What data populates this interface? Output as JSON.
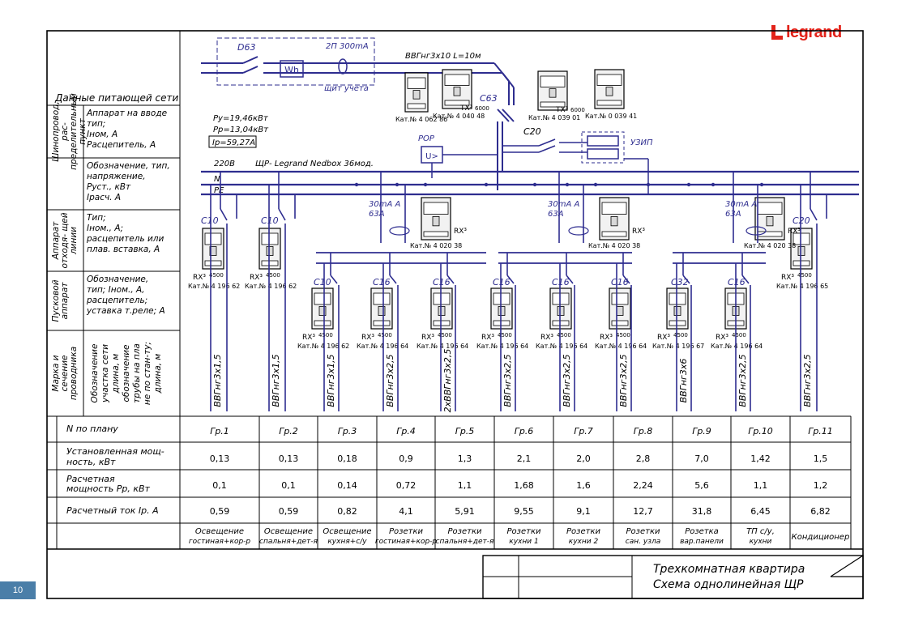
{
  "brand": {
    "name": "legrand"
  },
  "page_number": "10",
  "colors": {
    "wire": "#2e2d8f",
    "line": "#000000",
    "brand": "#e2231a",
    "page_badge": "#4a7ea8"
  },
  "supply": {
    "header": "Данные питающей сети",
    "input_breaker": "D63",
    "rcd": "2П 300mA",
    "meter": "Wh",
    "meter_box_label": "щит учета",
    "cable": "ВВГнг3х10 L=10м",
    "main_switch": "C63",
    "pop_label": "POP",
    "pop_symbol": "U>",
    "spd_breaker": "C20",
    "spd_label": "УЗИП",
    "power_installed": "Ру=19,46кВт",
    "power_calc": "Рр=13,04кВт",
    "current_calc": "Iр=59,27А",
    "voltage": "220В",
    "panel": "ЩР- Legrand Nedbox 36мод.",
    "bus_n": "N",
    "bus_pe": "PE"
  },
  "left_labels": [
    {
      "title": "Шинопровод, рас- пределительный пункт",
      "lines": [
        "Аппарат на вводе",
        "тип;",
        "Iном, А",
        "Расцепитель, А"
      ]
    },
    {
      "title": "",
      "lines": [
        "Обозначение, тип,",
        "напряжение,",
        "Руст., кВт",
        "Iрасч. А"
      ]
    },
    {
      "title": "Аппарат отходя- щей линии",
      "lines": [
        "Тип;",
        "Iном., А;",
        "расцепитель или",
        "плав. вставка, А"
      ]
    },
    {
      "title": "Пусковой аппарат",
      "lines": [
        "Обозначение,",
        "тип; Iном., А,",
        "расцепитель;",
        "уставка т.реле; А"
      ]
    },
    {
      "title": "Марка и сечение проводника",
      "lines": [
        "Обозначение",
        "участка сети",
        "длина, м",
        "обозначение",
        "трубы на пла",
        "не по стан-ту;",
        "длина, м"
      ]
    }
  ],
  "products": {
    "top": [
      {
        "img": "rcd",
        "cat": "Кат.№ 4 062 86",
        "name": ""
      },
      {
        "img": "txbreaker",
        "cat": "Кат.№ 4 040 48",
        "name": "TX³",
        "rating": "6000"
      },
      {
        "img": "txbreaker",
        "cat": "Кат.№ 4 039 01",
        "name": "TX³",
        "rating": "6000"
      },
      {
        "img": "spd",
        "cat": "Кат.№ 0 039 41",
        "name": ""
      }
    ],
    "rcbos": [
      {
        "label": "30mA  A\n63А",
        "name": "RX³",
        "cat": "Кат.№ 4 020 38"
      },
      {
        "label": "30mA  A\n63А",
        "name": "RX³",
        "cat": "Кат.№ 4 020 38"
      },
      {
        "label": "30mA  A\n63А",
        "name": "RX³",
        "cat": "Кат.№ 4 020 38"
      }
    ]
  },
  "breakers": [
    {
      "rating": "C10",
      "name": "RX³",
      "icu": "4500",
      "cat": "Кат.№ 4 196 62",
      "cable": "ВВГнг3х1,5"
    },
    {
      "rating": "C10",
      "name": "RX³",
      "icu": "4500",
      "cat": "Кат.№ 4 196 62",
      "cable": "ВВГнг3х1,5"
    },
    {
      "rating": "C10",
      "name": "RX³",
      "icu": "4500",
      "cat": "Кат.№ 4 196 62",
      "cable": "ВВГнг3х1,5"
    },
    {
      "rating": "C16",
      "name": "RX³",
      "icu": "4500",
      "cat": "Кат.№ 4 196 64",
      "cable": "ВВГнг3х2,5"
    },
    {
      "rating": "C16",
      "name": "RX³",
      "icu": "4500",
      "cat": "Кат.№ 4 196 64",
      "cable": "2хВВГнг3х2,5"
    },
    {
      "rating": "C16",
      "name": "RX³",
      "icu": "4500",
      "cat": "Кат.№ 4 196 64",
      "cable": "ВВГнг3х2,5"
    },
    {
      "rating": "C16",
      "name": "RX³",
      "icu": "4500",
      "cat": "Кат.№ 4 196 64",
      "cable": "ВВГнг3х2,5"
    },
    {
      "rating": "C16",
      "name": "RX³",
      "icu": "4500",
      "cat": "Кат.№ 4 196 64",
      "cable": "ВВГнг3х2,5"
    },
    {
      "rating": "C32",
      "name": "RX³",
      "icu": "4500",
      "cat": "Кат.№ 4 196 67",
      "cable": "ВВГнг3х6"
    },
    {
      "rating": "C16",
      "name": "RX³",
      "icu": "4500",
      "cat": "Кат.№ 4 196 64",
      "cable": "ВВГнг3х2,5"
    },
    {
      "rating": "C20",
      "name": "RX³",
      "icu": "4500",
      "cat": "Кат.№ 4 196 65",
      "cable": "ВВГнг3х2,5"
    }
  ],
  "table": {
    "row_labels": [
      "N по плану",
      "Установленная мощ- ность, кВт",
      "Расчетная мощность Рр, кВт",
      "Расчетный ток Iр. А",
      ""
    ],
    "groups": [
      "Гр.1",
      "Гр.2",
      "Гр.3",
      "Гр.4",
      "Гр.5",
      "Гр.6",
      "Гр.7",
      "Гр.8",
      "Гр.9",
      "Гр.10",
      "Гр.11"
    ],
    "installed": [
      "0,13",
      "0,13",
      "0,18",
      "0,9",
      "1,3",
      "2,1",
      "2,0",
      "2,8",
      "7,0",
      "1,42",
      "1,5"
    ],
    "calc_power": [
      "0,1",
      "0,1",
      "0,14",
      "0,72",
      "1,1",
      "1,68",
      "1,6",
      "2,24",
      "5,6",
      "1,1",
      "1,2"
    ],
    "calc_current": [
      "0,59",
      "0,59",
      "0,82",
      "4,1",
      "5,91",
      "9,55",
      "9,1",
      "12,7",
      "31,8",
      "6,45",
      "6,82"
    ],
    "purpose": [
      [
        "Освещение",
        "гостиная+кор-р"
      ],
      [
        "Освещение",
        "спальня+дет-я"
      ],
      [
        "Освещение",
        "кухня+с/у"
      ],
      [
        "Розетки",
        "гостиная+кор-р"
      ],
      [
        "Розетки",
        "спальня+дет-я"
      ],
      [
        "Розетки",
        "кухни 1"
      ],
      [
        "Розетки",
        "кухни 2"
      ],
      [
        "Розетки",
        "сан. узла"
      ],
      [
        "Розетка",
        "вар.панели"
      ],
      [
        "ТП с/у,",
        "кухни"
      ],
      [
        "Кондиционер"
      ]
    ]
  },
  "title_block": {
    "line1": "Трехкомнатная квартира",
    "line2": "Схема однолинейная ЩР"
  }
}
